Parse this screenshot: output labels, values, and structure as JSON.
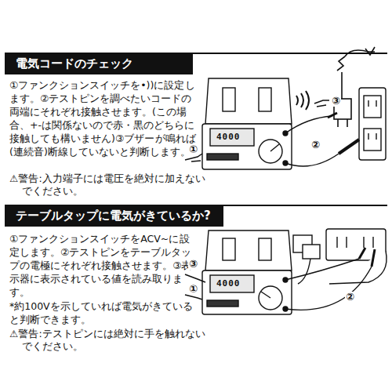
{
  "diagram": {
    "nodes": [
      {
        "text": [
          "電気コードのチェック"
        ]
      },
      {
        "text": [
          "テーブルタップに電気がきているか?"
        ]
      }
    ],
    "labels": [
      "①ファンクションスイッチを•))に設定 します。②テストピンを調べたいコード の両端にそれぞれ接触させます。(この 場合、+-は関係ないので赤・黒のどちら に接触しても構いません) ③ブザー が鳴れば(連続音)断線していないと 判断します。",
      "⚠ 警告:入力端子には電圧を絶対に 加えないでください。",
      "①",
      "②",
      "③",
      "4000",
      "①ファンクションスイッチをACV~に 設定します。②テストピンをテーブル タップの電極にそれぞれ接触させます。 ③表示器に表示されている値を読み 取ります。",
      "*約100Vを示していれば電気がきて いると判断できます。",
      "⚠ 警告:テストピンには絶対に手を触 れないでください。",
      "③",
      "①",
      "②",
      "4000"
    ]
  }
}
